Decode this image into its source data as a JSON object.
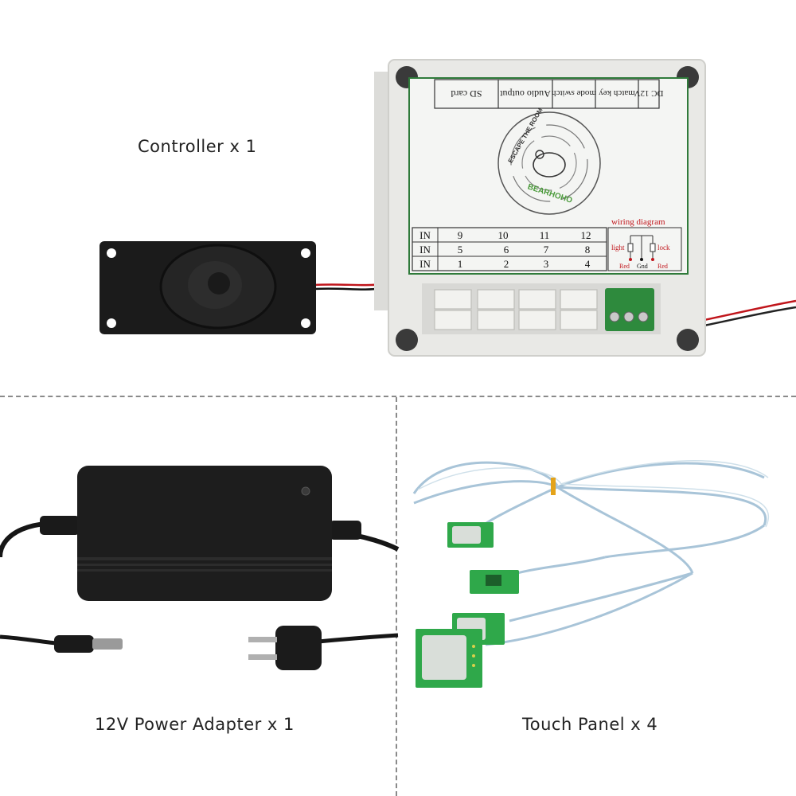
{
  "captions": {
    "controller": "Controller x 1",
    "adapter": "12V Power Adapter x 1",
    "touch": "Touch Panel x 4"
  },
  "panel": {
    "headers": [
      "SD card",
      "Audio output",
      "mode switch",
      "match key",
      "DC 12V"
    ],
    "brand": "BEARHOHO",
    "logo_text": "ESCAPE THE ROOM",
    "diagram_title": "wiring diagram",
    "diagram_labels": [
      "light",
      "lock",
      "Red",
      "Gnd",
      "Red"
    ],
    "rows": [
      [
        "IN",
        "9",
        "10",
        "11",
        "12"
      ],
      [
        "IN",
        "5",
        "6",
        "7",
        "8"
      ],
      [
        "IN",
        "1",
        "2",
        "3",
        "4"
      ]
    ]
  },
  "colors": {
    "housing": "#e9e9e6",
    "panel_border": "#2f7a3a",
    "terminal": "#2e8a3d",
    "pcb": "#2fa84a",
    "device_black": "#1d1d1d",
    "divider": "#8a8a8a"
  }
}
